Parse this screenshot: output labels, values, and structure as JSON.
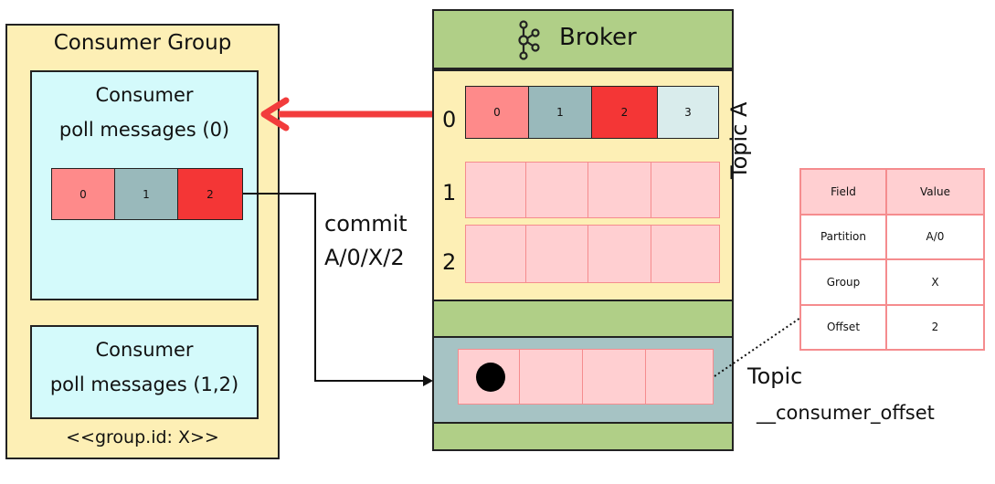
{
  "consumer_group": {
    "title": "Consumer Group",
    "consumer1": {
      "name": "Consumer",
      "action": "poll messages (0)",
      "messages": [
        "0",
        "1",
        "2"
      ]
    },
    "consumer2": {
      "name": "Consumer",
      "action": "poll messages (1,2)"
    },
    "group_id": "<<group.id: X>>"
  },
  "broker": {
    "title": "Broker",
    "topic": "Topic A",
    "partitions": [
      {
        "id": "0",
        "messages": [
          "0",
          "1",
          "2",
          "3"
        ]
      },
      {
        "id": "1"
      },
      {
        "id": "2"
      }
    ],
    "offset_topic_label": "Topic",
    "offset_topic_name": "__consumer_offset"
  },
  "commit": {
    "line1": "commit",
    "line2": "A/0/X/2"
  },
  "offset_table": {
    "headers": [
      "Field",
      "Value"
    ],
    "rows": [
      [
        "Partition",
        "A/0"
      ],
      [
        "Group",
        "X"
      ],
      [
        "Offset",
        "2"
      ]
    ]
  },
  "colors": {
    "group_bg": "#fdefb5",
    "consumer_bg": "#d4fafb",
    "broker_green": "#b0cf87",
    "offset_area": "#a6c3c4",
    "arrow_red": "#f23c3c",
    "cell_pink": "#ffcfd1"
  },
  "icons": {
    "broker": "kafka-logo-icon"
  }
}
